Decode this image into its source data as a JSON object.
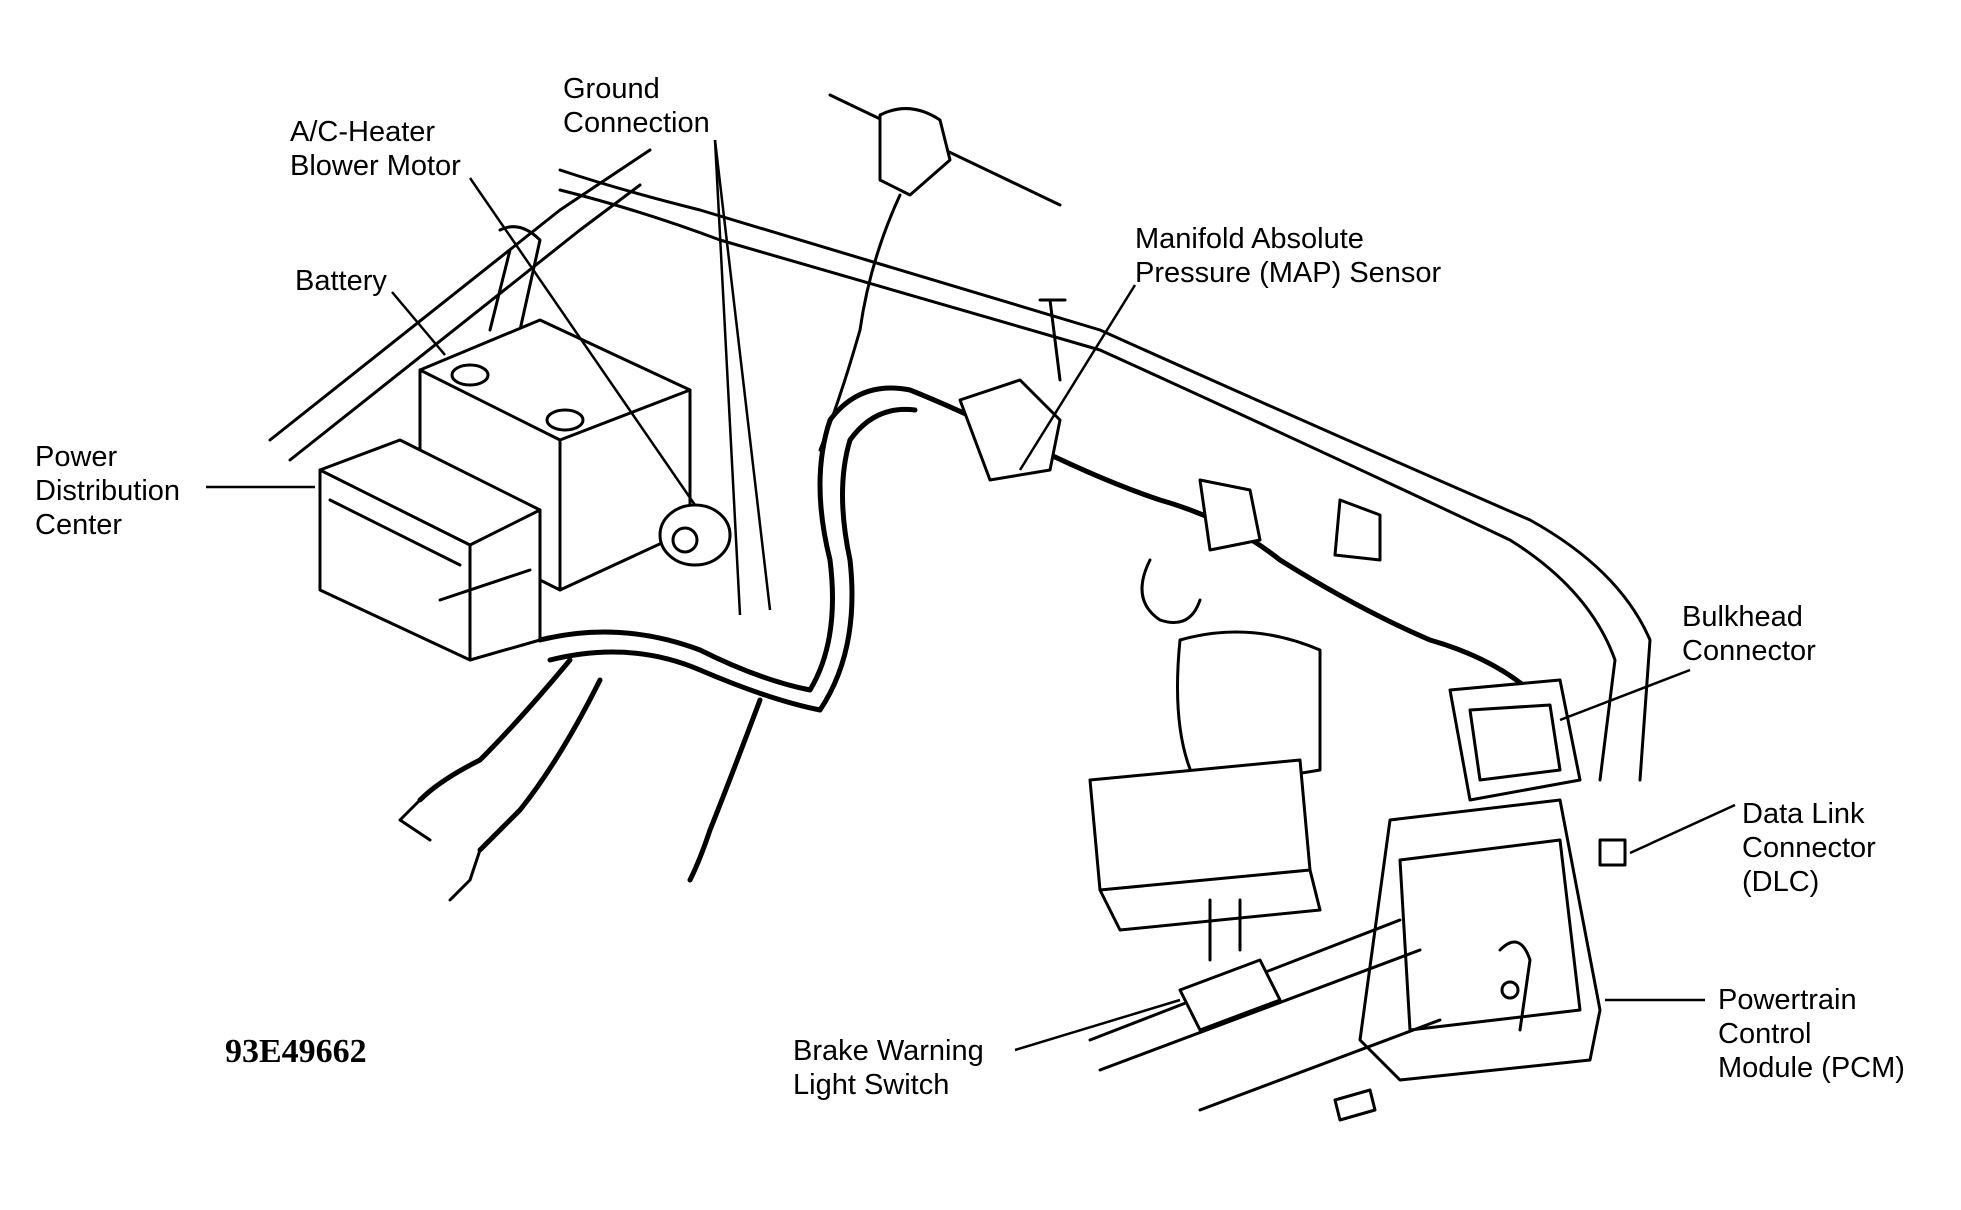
{
  "figure_code": "93E49662",
  "labels": {
    "ground_connection": [
      "Ground",
      "Connection"
    ],
    "blower_motor": [
      "A/C-Heater",
      "Blower Motor"
    ],
    "battery": [
      "Battery"
    ],
    "power_distribution": [
      "Power",
      "Distribution",
      "Center"
    ],
    "map_sensor": [
      "Manifold Absolute",
      "Pressure (MAP) Sensor"
    ],
    "bulkhead": [
      "Bulkhead",
      "Connector"
    ],
    "dlc": [
      "Data Link",
      "Connector",
      "(DLC)"
    ],
    "pcm": [
      "Powertrain",
      "Control",
      "Module (PCM)"
    ],
    "brake_switch": [
      "Brake Warning",
      "Light Switch"
    ]
  }
}
